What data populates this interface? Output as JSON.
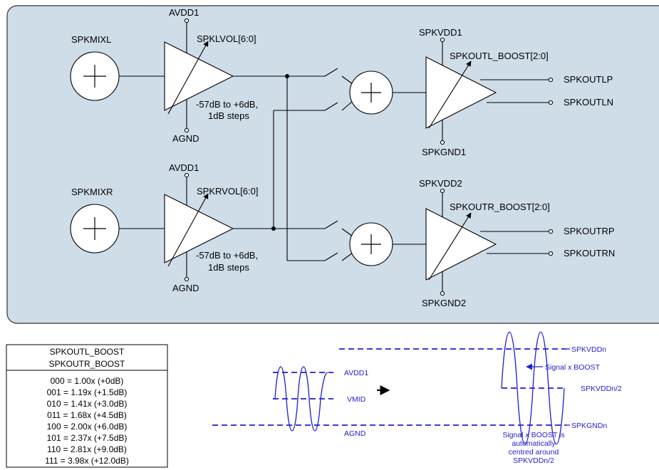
{
  "left_mixer": "SPKMIXL",
  "right_mixer": "SPKMIXR",
  "avdd_top": "AVDD1",
  "avdd_bottom": "AVDD1",
  "agnd_top": "AGND",
  "agnd_bottom": "AGND",
  "left_vol": "SPKLVOL[6:0]",
  "right_vol": "SPKRVOL[6:0]",
  "gain_range_top": "-57dB to +6dB,",
  "gain_step_top": "1dB steps",
  "gain_range_bottom": "-57dB to +6dB,",
  "gain_step_bottom": "1dB steps",
  "spkvdd1": "SPKVDD1",
  "spkvdd2": "SPKVDD2",
  "spkgnd1": "SPKGND1",
  "spkgnd2": "SPKGND2",
  "left_boost": "SPKOUTL_BOOST[2:0]",
  "right_boost": "SPKOUTR_BOOST[2:0]",
  "outputs": [
    "SPKOUTLP",
    "SPKOUTLN",
    "SPKOUTRP",
    "SPKOUTRN"
  ],
  "table": {
    "header1": "SPKOUTL_BOOST",
    "header2": "SPKOUTR_BOOST",
    "rows": [
      "000 = 1.00x (+0dB)",
      "001 = 1.19x (+1.5dB)",
      "010 = 1.41x (+3.0dB)",
      "011 = 1.68x (+4.5dB)",
      "100 = 2.00x (+6.0dB)",
      "101 = 2.37x (+7.5dB)",
      "110 = 2.81x (+9.0dB)",
      "111 = 3.98x (+12.0dB)"
    ]
  },
  "wave": {
    "avdd1": "AVDD1",
    "vmid": "VMID",
    "agnd": "AGND",
    "spkvddn": "SPKVDDn",
    "signal_boost": "Signal x BOOST",
    "spkvddn_half": "SPKVDDn/2",
    "spkgndn": "SPKGNDn",
    "note": [
      "Signal x BOOST is",
      "automatically",
      "centred around",
      "SPKVDDn/2"
    ]
  },
  "colors": {
    "panel": "#cfdde9",
    "signal": "#1f1fd0",
    "line": "#000000"
  }
}
